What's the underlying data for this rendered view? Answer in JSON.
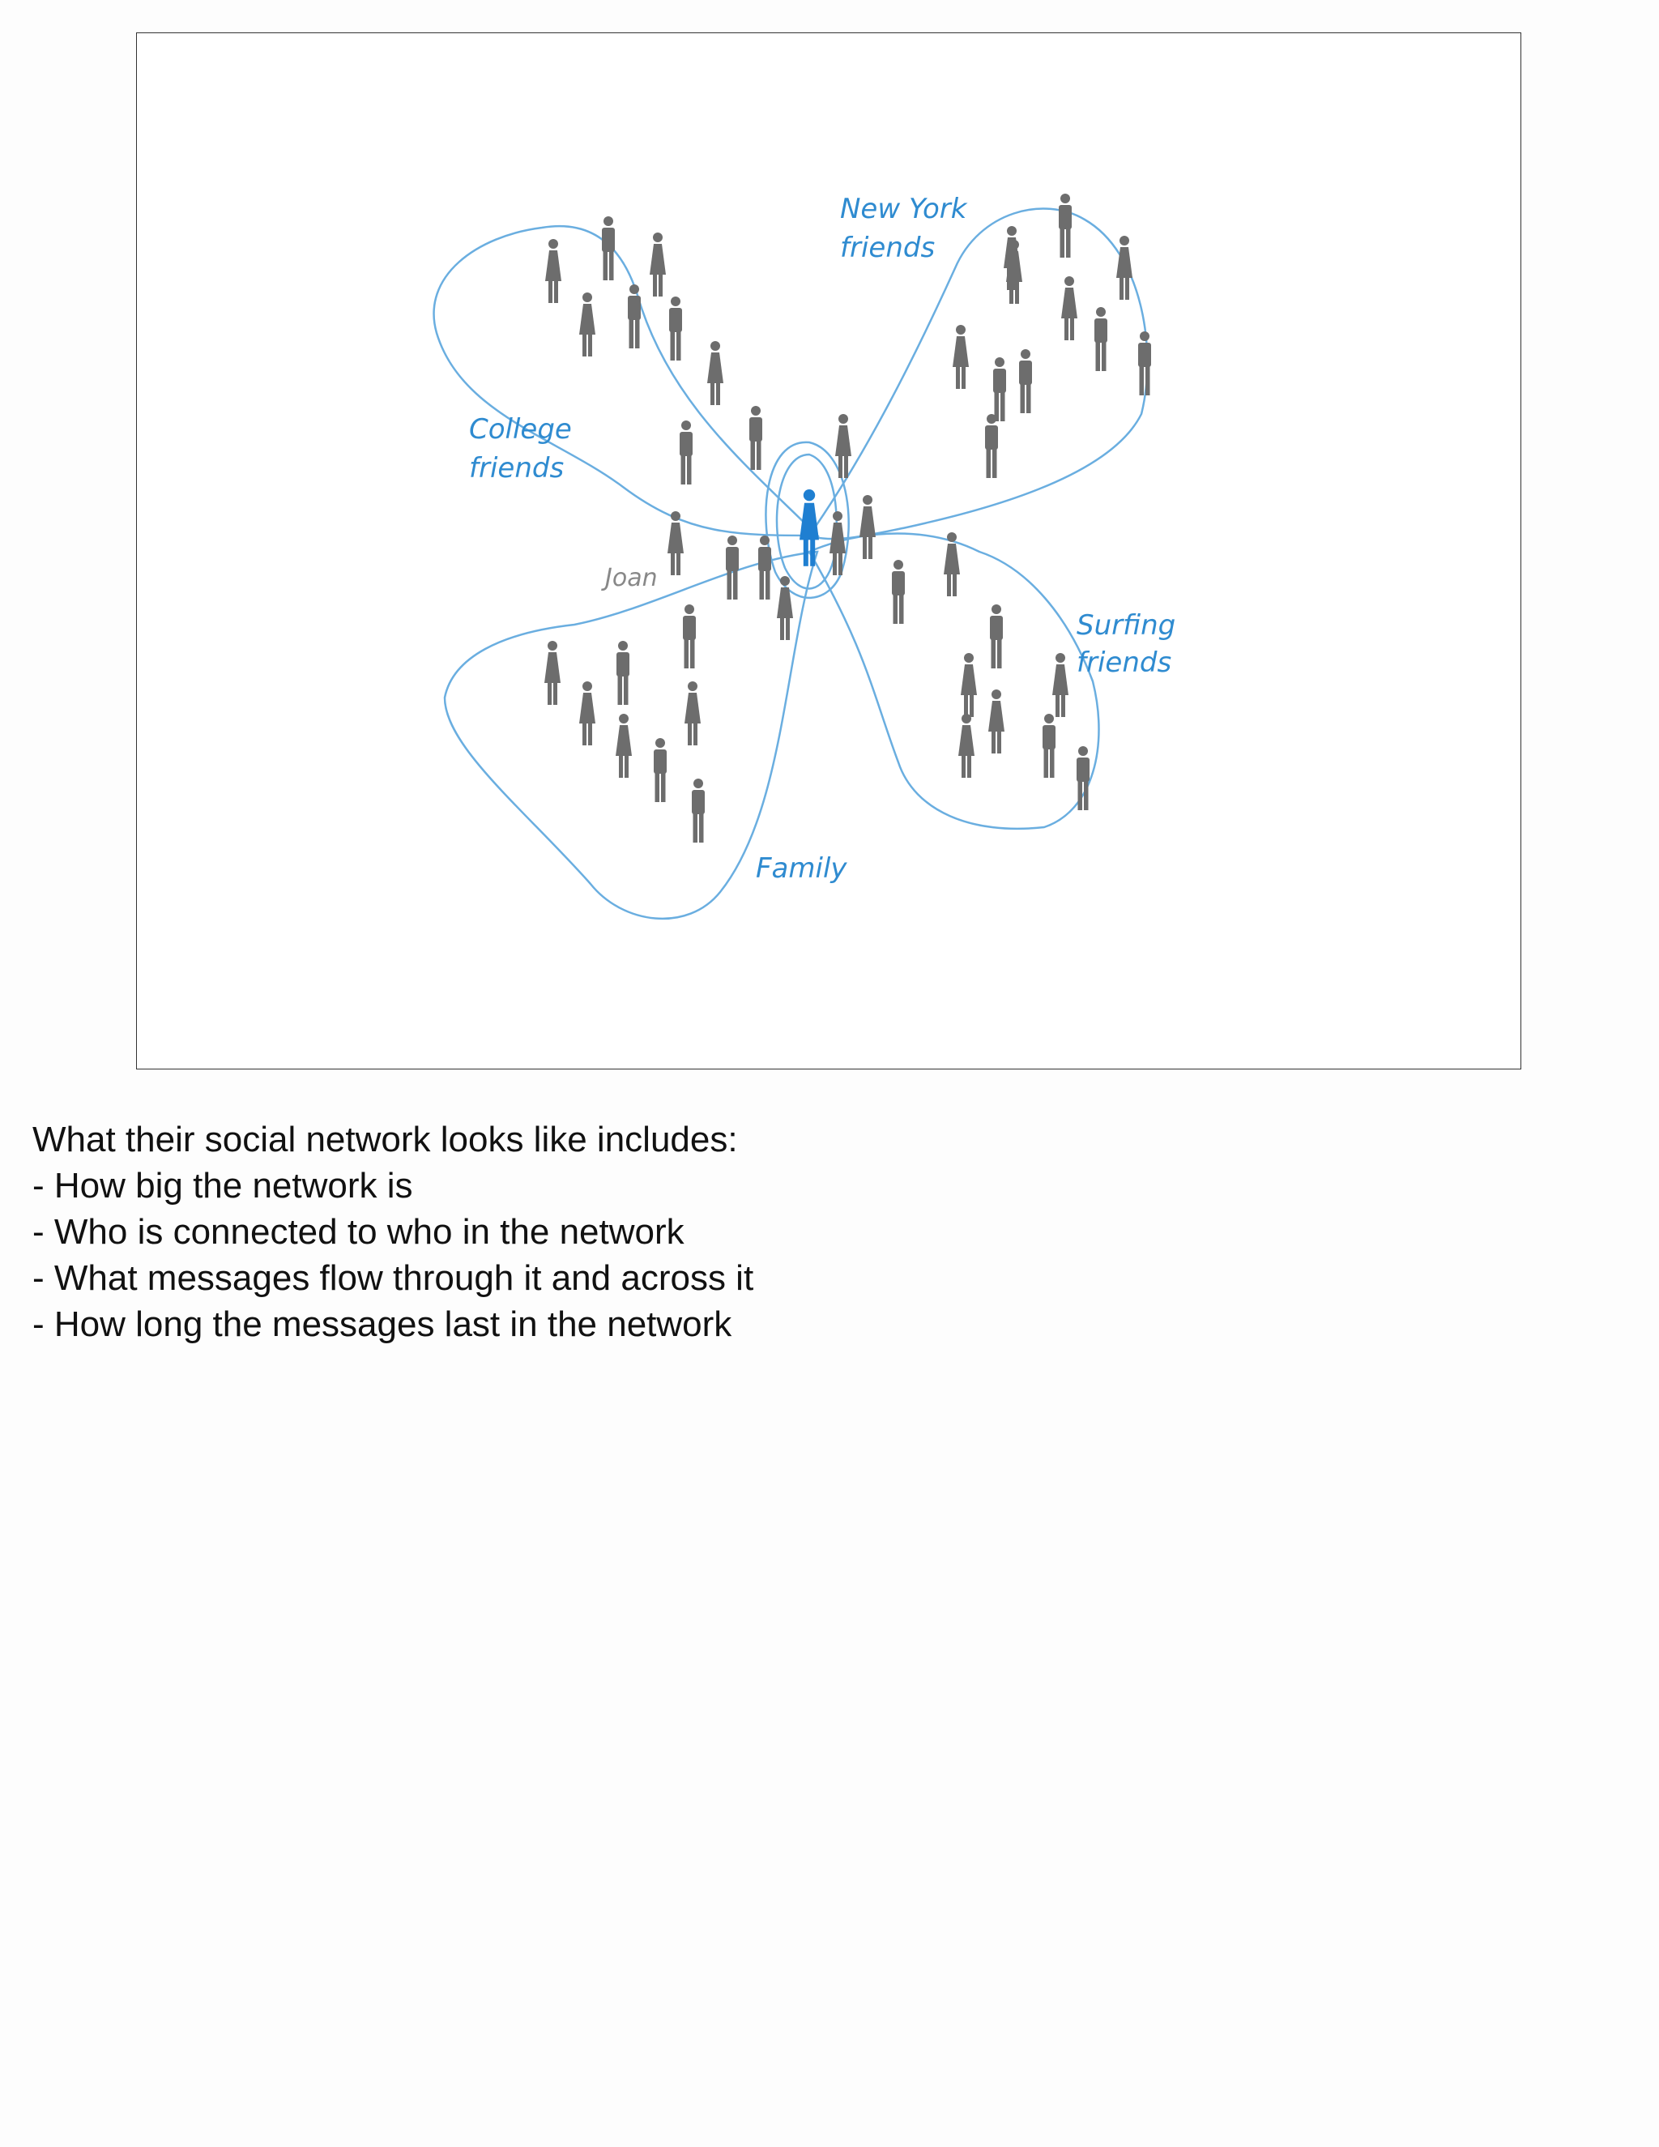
{
  "diagram": {
    "groups": [
      {
        "id": "college",
        "label_lines": [
          "College",
          "friends"
        ]
      },
      {
        "id": "newyork",
        "label_lines": [
          "New York",
          "friends"
        ]
      },
      {
        "id": "surfing",
        "label_lines": [
          "Surfing",
          "friends"
        ]
      },
      {
        "id": "family",
        "label_lines": [
          "Family"
        ]
      }
    ],
    "joan_label": "Joan",
    "colors": {
      "outline": "#6aaee0",
      "label": "#2f8bd0",
      "person": "#6d6d6d",
      "center_person": "#1f7fd1"
    },
    "icons": [
      "person-male-icon",
      "person-female-icon",
      "center-person-icon"
    ]
  },
  "notes": {
    "intro": "What their social network looks like includes:",
    "items": [
      "- How big the network is",
      "- Who is connected to who in the network",
      "- What messages flow through it and across it",
      "- How long the messages last in the network"
    ]
  }
}
